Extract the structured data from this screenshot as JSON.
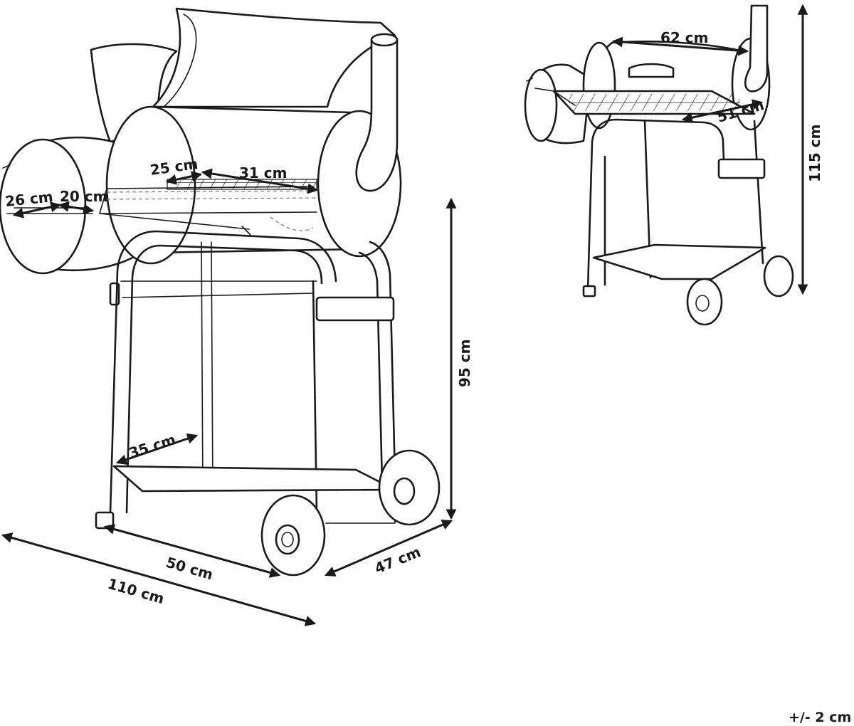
{
  "dimensions": {
    "primary_grill_width": "31 cm",
    "primary_grill_depth": "25 cm",
    "side_grill_width": "20 cm",
    "side_grill_depth": "26 cm",
    "bottom_shelf_depth": "35 cm",
    "frame_width": "50 cm",
    "total_width": "110 cm",
    "total_depth": "47 cm",
    "working_height": "95 cm",
    "lid_width": "62 cm",
    "side_table_depth": "51 cm",
    "total_height": "115 cm"
  },
  "tolerance": "+/- 2 cm"
}
